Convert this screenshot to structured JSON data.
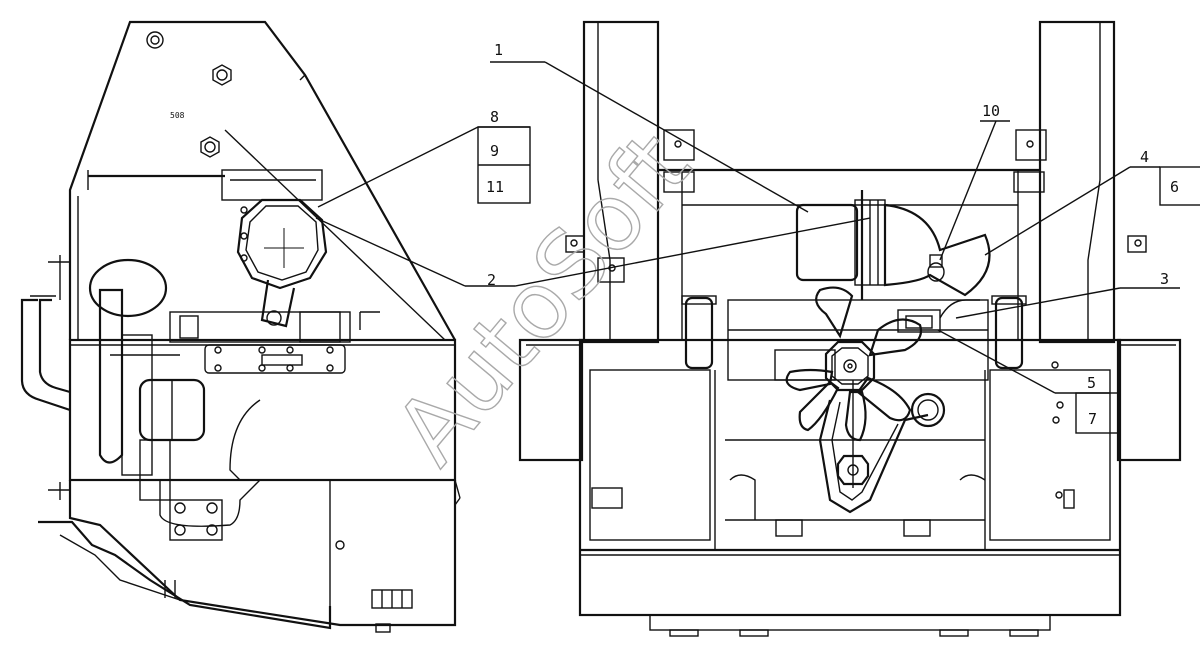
{
  "diagram": {
    "callouts": [
      {
        "id": "c1",
        "text": "1"
      },
      {
        "id": "c2",
        "text": "2"
      },
      {
        "id": "c3",
        "text": "3"
      },
      {
        "id": "c4",
        "text": "4"
      },
      {
        "id": "c5",
        "text": "5"
      },
      {
        "id": "c6",
        "text": "6"
      },
      {
        "id": "c7",
        "text": "7"
      },
      {
        "id": "c8",
        "text": "8"
      },
      {
        "id": "c9",
        "text": "9"
      },
      {
        "id": "c10",
        "text": "10"
      },
      {
        "id": "c11",
        "text": "11"
      }
    ],
    "small_mark": "508",
    "watermark": "AutoSoft"
  }
}
